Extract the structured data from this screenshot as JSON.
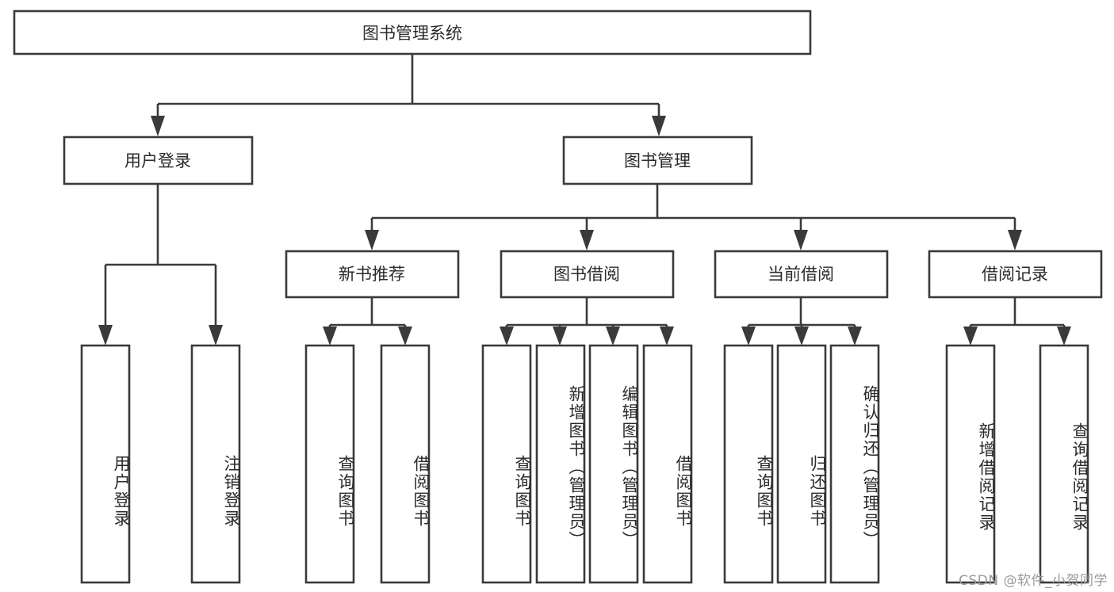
{
  "diagram": {
    "type": "tree",
    "title": "图书管理系统",
    "orientation": "top-down",
    "watermark": "CSDN @软件_小贺同学",
    "colors": {
      "background": "#ffffff",
      "stroke": "#3a3a3a",
      "text": "#2b2b2b",
      "watermark": "#9a9a9a"
    },
    "root": {
      "id": "root",
      "label": "图书管理系统"
    },
    "level2": [
      {
        "id": "user-login",
        "label": "用户登录"
      },
      {
        "id": "book-manage",
        "label": "图书管理"
      }
    ],
    "level3": [
      {
        "id": "new-book-rec",
        "label": "新书推荐",
        "parent": "book-manage"
      },
      {
        "id": "book-borrow",
        "label": "图书借阅",
        "parent": "book-manage"
      },
      {
        "id": "current-borrow",
        "label": "当前借阅",
        "parent": "book-manage"
      },
      {
        "id": "borrow-record",
        "label": "借阅记录",
        "parent": "book-manage"
      }
    ],
    "leaves": [
      {
        "id": "leaf-user-login",
        "label": "用户登录",
        "parent": "user-login"
      },
      {
        "id": "leaf-logout",
        "label": "注销登录",
        "parent": "user-login"
      },
      {
        "id": "leaf-query-book-1",
        "label": "查询图书",
        "parent": "new-book-rec"
      },
      {
        "id": "leaf-borrow-book-1",
        "label": "借阅图书",
        "parent": "new-book-rec"
      },
      {
        "id": "leaf-query-book-2",
        "label": "查询图书",
        "parent": "book-borrow"
      },
      {
        "id": "leaf-add-book",
        "label": "新增图书（管理员）",
        "parent": "book-borrow"
      },
      {
        "id": "leaf-edit-book",
        "label": "编辑图书（管理员）",
        "parent": "book-borrow"
      },
      {
        "id": "leaf-borrow-book-2",
        "label": "借阅图书",
        "parent": "book-borrow"
      },
      {
        "id": "leaf-query-book-3",
        "label": "查询图书",
        "parent": "current-borrow"
      },
      {
        "id": "leaf-return-book",
        "label": "归还图书",
        "parent": "current-borrow"
      },
      {
        "id": "leaf-confirm-return",
        "label": "确认归还（管理员）",
        "parent": "current-borrow"
      },
      {
        "id": "leaf-add-record",
        "label": "新增借阅记录",
        "parent": "borrow-record"
      },
      {
        "id": "leaf-query-record",
        "label": "查询借阅记录",
        "parent": "borrow-record"
      }
    ]
  }
}
